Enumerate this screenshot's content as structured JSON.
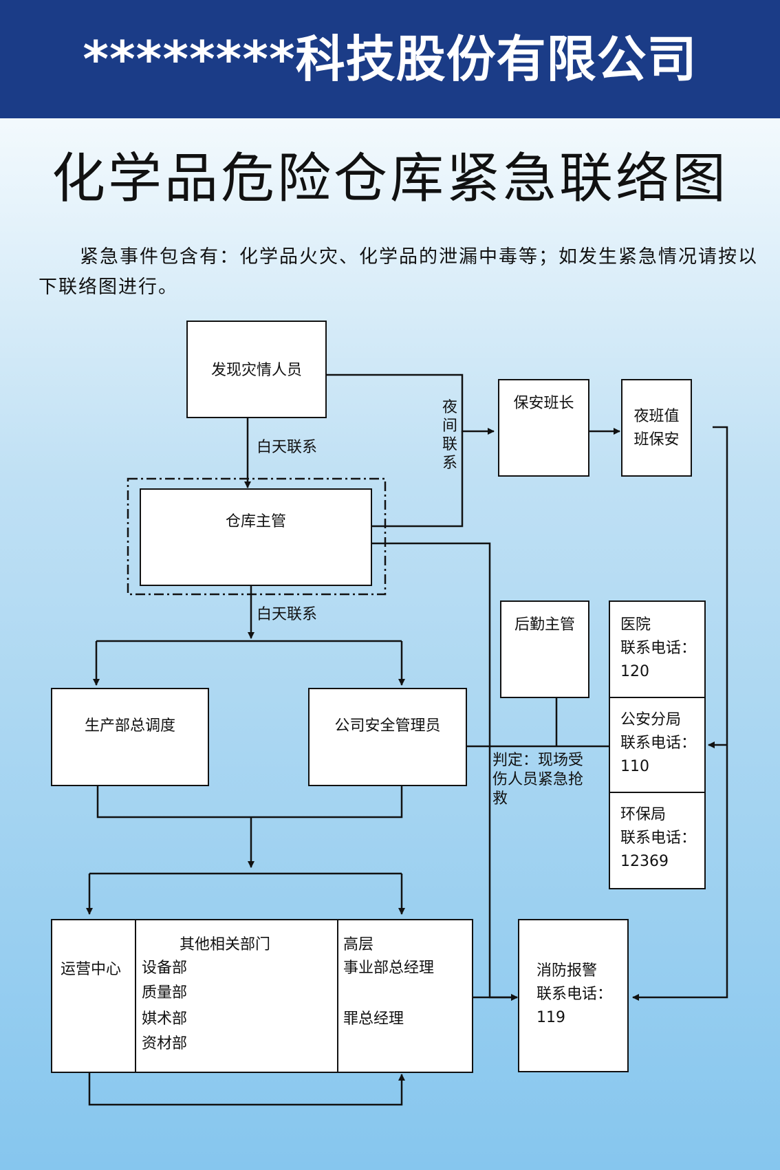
{
  "header": {
    "company": "********科技股份有限公司"
  },
  "title": "化学品危险仓库紧急联络图",
  "intro": "紧急事件包含有：化学品火灾、化学品的泄漏中毒等；如发生紧急情况请按以下联络图进行。",
  "nodes": {
    "discoverer": "发现灾情人员",
    "warehouse_manager": "仓库主管",
    "security_leader": "保安班长",
    "night_guard": [
      "夜班值",
      "班保安"
    ],
    "production_dispatch": "生产部总调度",
    "safety_admin": "公司安全管理员",
    "logistics_manager": "后勤主管",
    "hospital": {
      "name": "医院",
      "label": "联系电话：",
      "phone": "120"
    },
    "police": {
      "name": "公安分局",
      "label": "联系电话：",
      "phone": "110"
    },
    "env_bureau": {
      "name": "环保局",
      "label": "联系电话：",
      "phone": "12369"
    },
    "fire": {
      "name": "消防报警",
      "label": "联系电话：",
      "phone": "119"
    },
    "ops_center": "运营中心",
    "other_depts": {
      "heading": "其他相关部门",
      "items": [
        "设备部",
        "质量部",
        "娸术部",
        "资材部"
      ]
    },
    "senior": {
      "heading": "高层",
      "items": [
        "事业部总经理",
        "罪总经理"
      ]
    }
  },
  "edge_labels": {
    "day_contact_1": "白天联系",
    "day_contact_2": "白天联系",
    "night_contact": [
      "夜",
      "间",
      "联",
      "系"
    ],
    "judgement": [
      "判定：现场受",
      "伤人员紧急抢",
      "救"
    ]
  }
}
